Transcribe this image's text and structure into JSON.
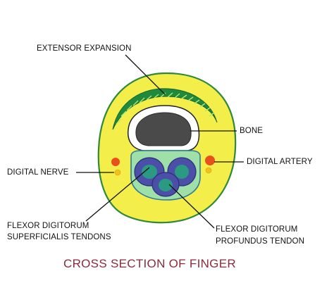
{
  "labels": {
    "extensor_expansion": "EXTENSOR EXPANSION",
    "bone": "BONE",
    "digital_artery": "DIGITAL ARTERY",
    "digital_nerve": "DIGITAL NERVE",
    "fds_line1": "FLEXOR DIGITORUM",
    "fds_line2": "SUPERFICIALIS TENDONS",
    "fdp_line1": "FLEXOR DIGITORUM",
    "fdp_line2": "PROFUNDUS TENDON"
  },
  "title": "CROSS SECTION OF FINGER",
  "colors": {
    "skin_fill": "#f4ee4a",
    "skin_outline": "#2e8a3a",
    "extensor": "#1f8a3e",
    "bone_fill": "#4a4a4a",
    "bone_cortex": "#ffffff",
    "sheath_fill": "#9fe0a8",
    "tendon_outer": "#4b4fa8",
    "tendon_inner": "#2a9a82",
    "artery": "#e8501e",
    "nerve": "#f2c21a",
    "title": "#8a2b3c",
    "leader": "#111111"
  }
}
